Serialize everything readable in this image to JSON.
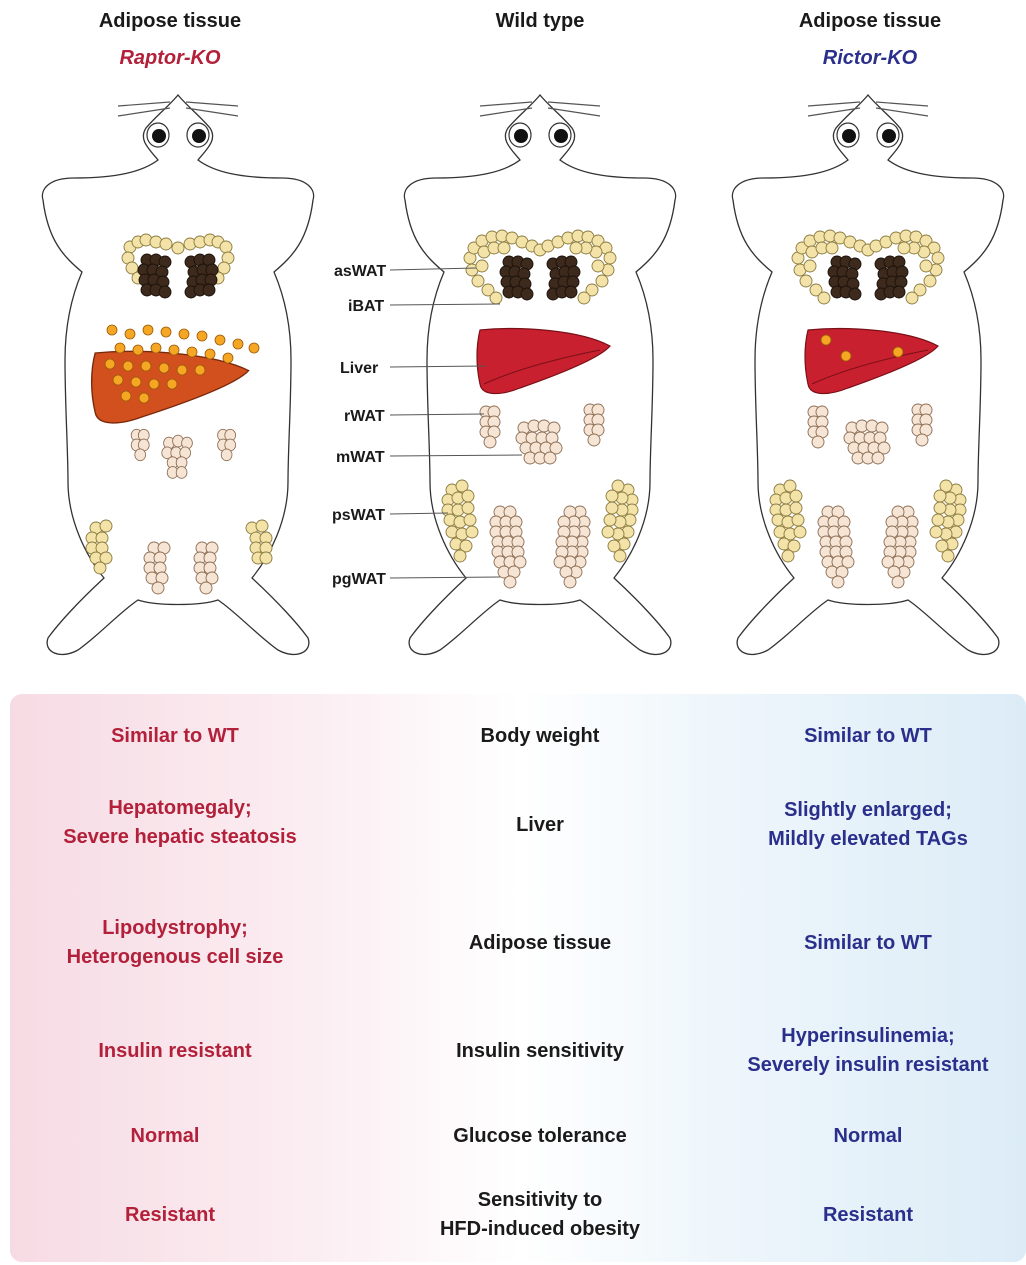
{
  "headers": {
    "left": {
      "title": "Adipose tissue",
      "subtitle": "Raptor-KO"
    },
    "center": {
      "title": "Wild type"
    },
    "right": {
      "title": "Adipose tissue",
      "subtitle": "Rictor-KO"
    }
  },
  "tissue_labels": [
    "asWAT",
    "iBAT",
    "Liver",
    "rWAT",
    "mWAT",
    "psWAT",
    "pgWAT"
  ],
  "colors": {
    "raptor": "#b3203a",
    "rictor": "#2b2f8c",
    "liver_wt": "#c8202e",
    "liver_raptor": "#d2501e",
    "lipid_droplet": "#f5a623",
    "bat": "#3d2a1c",
    "subcutaneous_wat": "#f3e3a8",
    "visceral_wat": "#f6e4d4"
  },
  "rows": [
    {
      "left": [
        "Similar to WT"
      ],
      "center": [
        "Body weight"
      ],
      "right": [
        "Similar to WT"
      ]
    },
    {
      "left": [
        "Hepatomegaly;",
        "Severe hepatic steatosis"
      ],
      "center": [
        "Liver"
      ],
      "right": [
        "Slightly enlarged;",
        "Mildly elevated TAGs"
      ]
    },
    {
      "left": [
        "Lipodystrophy;",
        "Heterogenous cell size"
      ],
      "center": [
        "Adipose tissue"
      ],
      "right": [
        "Similar to WT"
      ]
    },
    {
      "left": [
        "Insulin resistant"
      ],
      "center": [
        "Insulin sensitivity"
      ],
      "right": [
        "Hyperinsulinemia;",
        "Severely insulin resistant"
      ]
    },
    {
      "left": [
        "Normal"
      ],
      "center": [
        "Glucose tolerance"
      ],
      "right": [
        "Normal"
      ]
    },
    {
      "left": [
        "Resistant"
      ],
      "center": [
        "Sensitivity to",
        "HFD-induced obesity"
      ],
      "right": [
        "Resistant"
      ]
    }
  ]
}
